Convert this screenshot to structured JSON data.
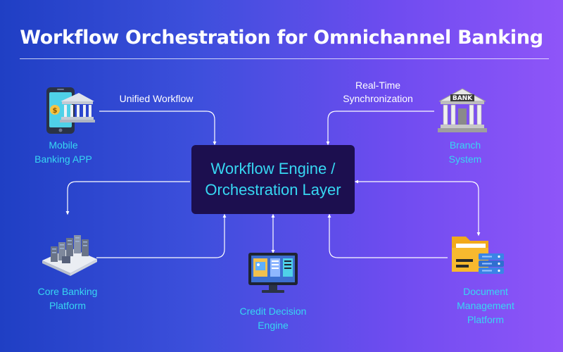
{
  "title": "Workflow Orchestration for Omnichannel Banking",
  "engine": {
    "line1": "Workflow Engine /",
    "line2": "Orchestration Layer"
  },
  "nodes": {
    "mobile": {
      "line1": "Mobile",
      "line2": "Banking APP"
    },
    "branch": {
      "line1": "Branch",
      "line2": "System"
    },
    "core": {
      "line1": "Core Banking",
      "line2": "Platform"
    },
    "credit": {
      "line1": "Credit Decision",
      "line2": "Engine"
    },
    "document": {
      "line1": "Document",
      "line2": "Management",
      "line3": "Platform"
    }
  },
  "flows": {
    "unified": "Unified Workflow",
    "realtime_line1": "Real-Time",
    "realtime_line2": "Synchronization"
  },
  "bank_sign": "BANK",
  "colors": {
    "label": "#37d7f2",
    "engine_bg": "#1c0f4f",
    "connector": "#ffffff"
  }
}
